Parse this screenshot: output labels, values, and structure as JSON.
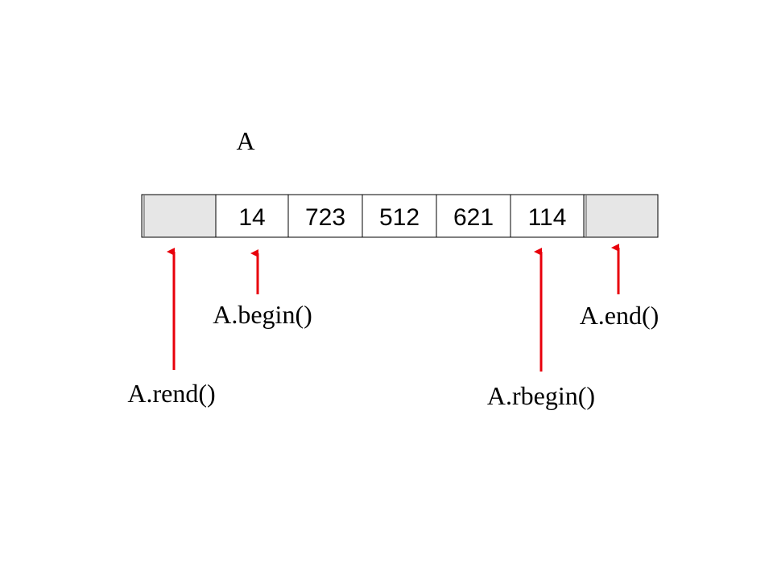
{
  "array": {
    "name": "A",
    "cells": [
      {
        "value": "",
        "sentinel": true
      },
      {
        "value": "14",
        "sentinel": false
      },
      {
        "value": "723",
        "sentinel": false
      },
      {
        "value": "512",
        "sentinel": false
      },
      {
        "value": "621",
        "sentinel": false
      },
      {
        "value": "114",
        "sentinel": false
      },
      {
        "value": "",
        "sentinel": true
      }
    ]
  },
  "iterators": [
    {
      "id": "rend",
      "label": "A.rend()",
      "cell": 0
    },
    {
      "id": "begin",
      "label": "A.begin()",
      "cell": 1
    },
    {
      "id": "rbegin",
      "label": "A.rbegin()",
      "cell": 5
    },
    {
      "id": "end",
      "label": "A.end()",
      "cell": 6
    }
  ],
  "colors": {
    "arrow": "#e8000b",
    "sentinel_fill": "#e6e6e6",
    "cell_fill": "#ffffff",
    "cell_border": "#000000"
  }
}
